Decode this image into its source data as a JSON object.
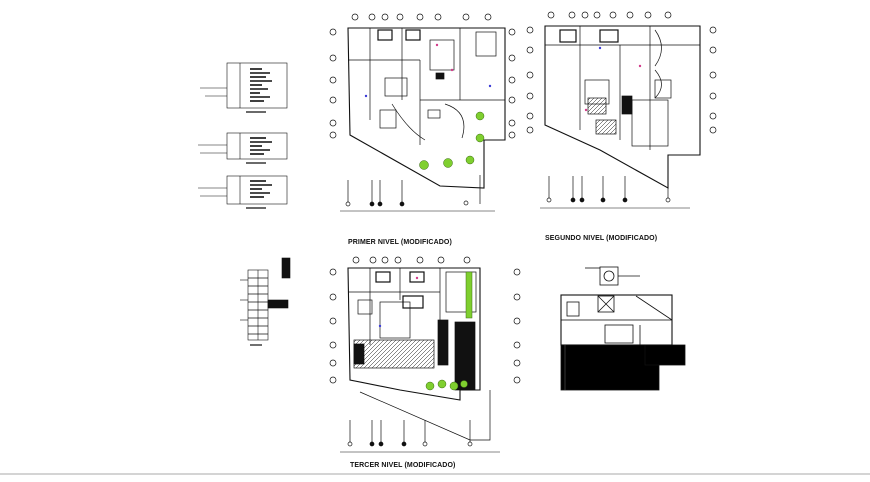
{
  "drawing": {
    "captions": {
      "primer": "PRIMER NIVEL (MODIFICADO)",
      "segundo": "SEGUNDO NIVEL (MODIFICADO)",
      "tercer": "TERCER NIVEL (MODIFICADO)"
    },
    "colors": {
      "line": "#111111",
      "wall": "#000000",
      "accent_blue": "#3b3bd6",
      "accent_red": "#d23b8a",
      "plant_green": "#7fcf2f"
    }
  }
}
